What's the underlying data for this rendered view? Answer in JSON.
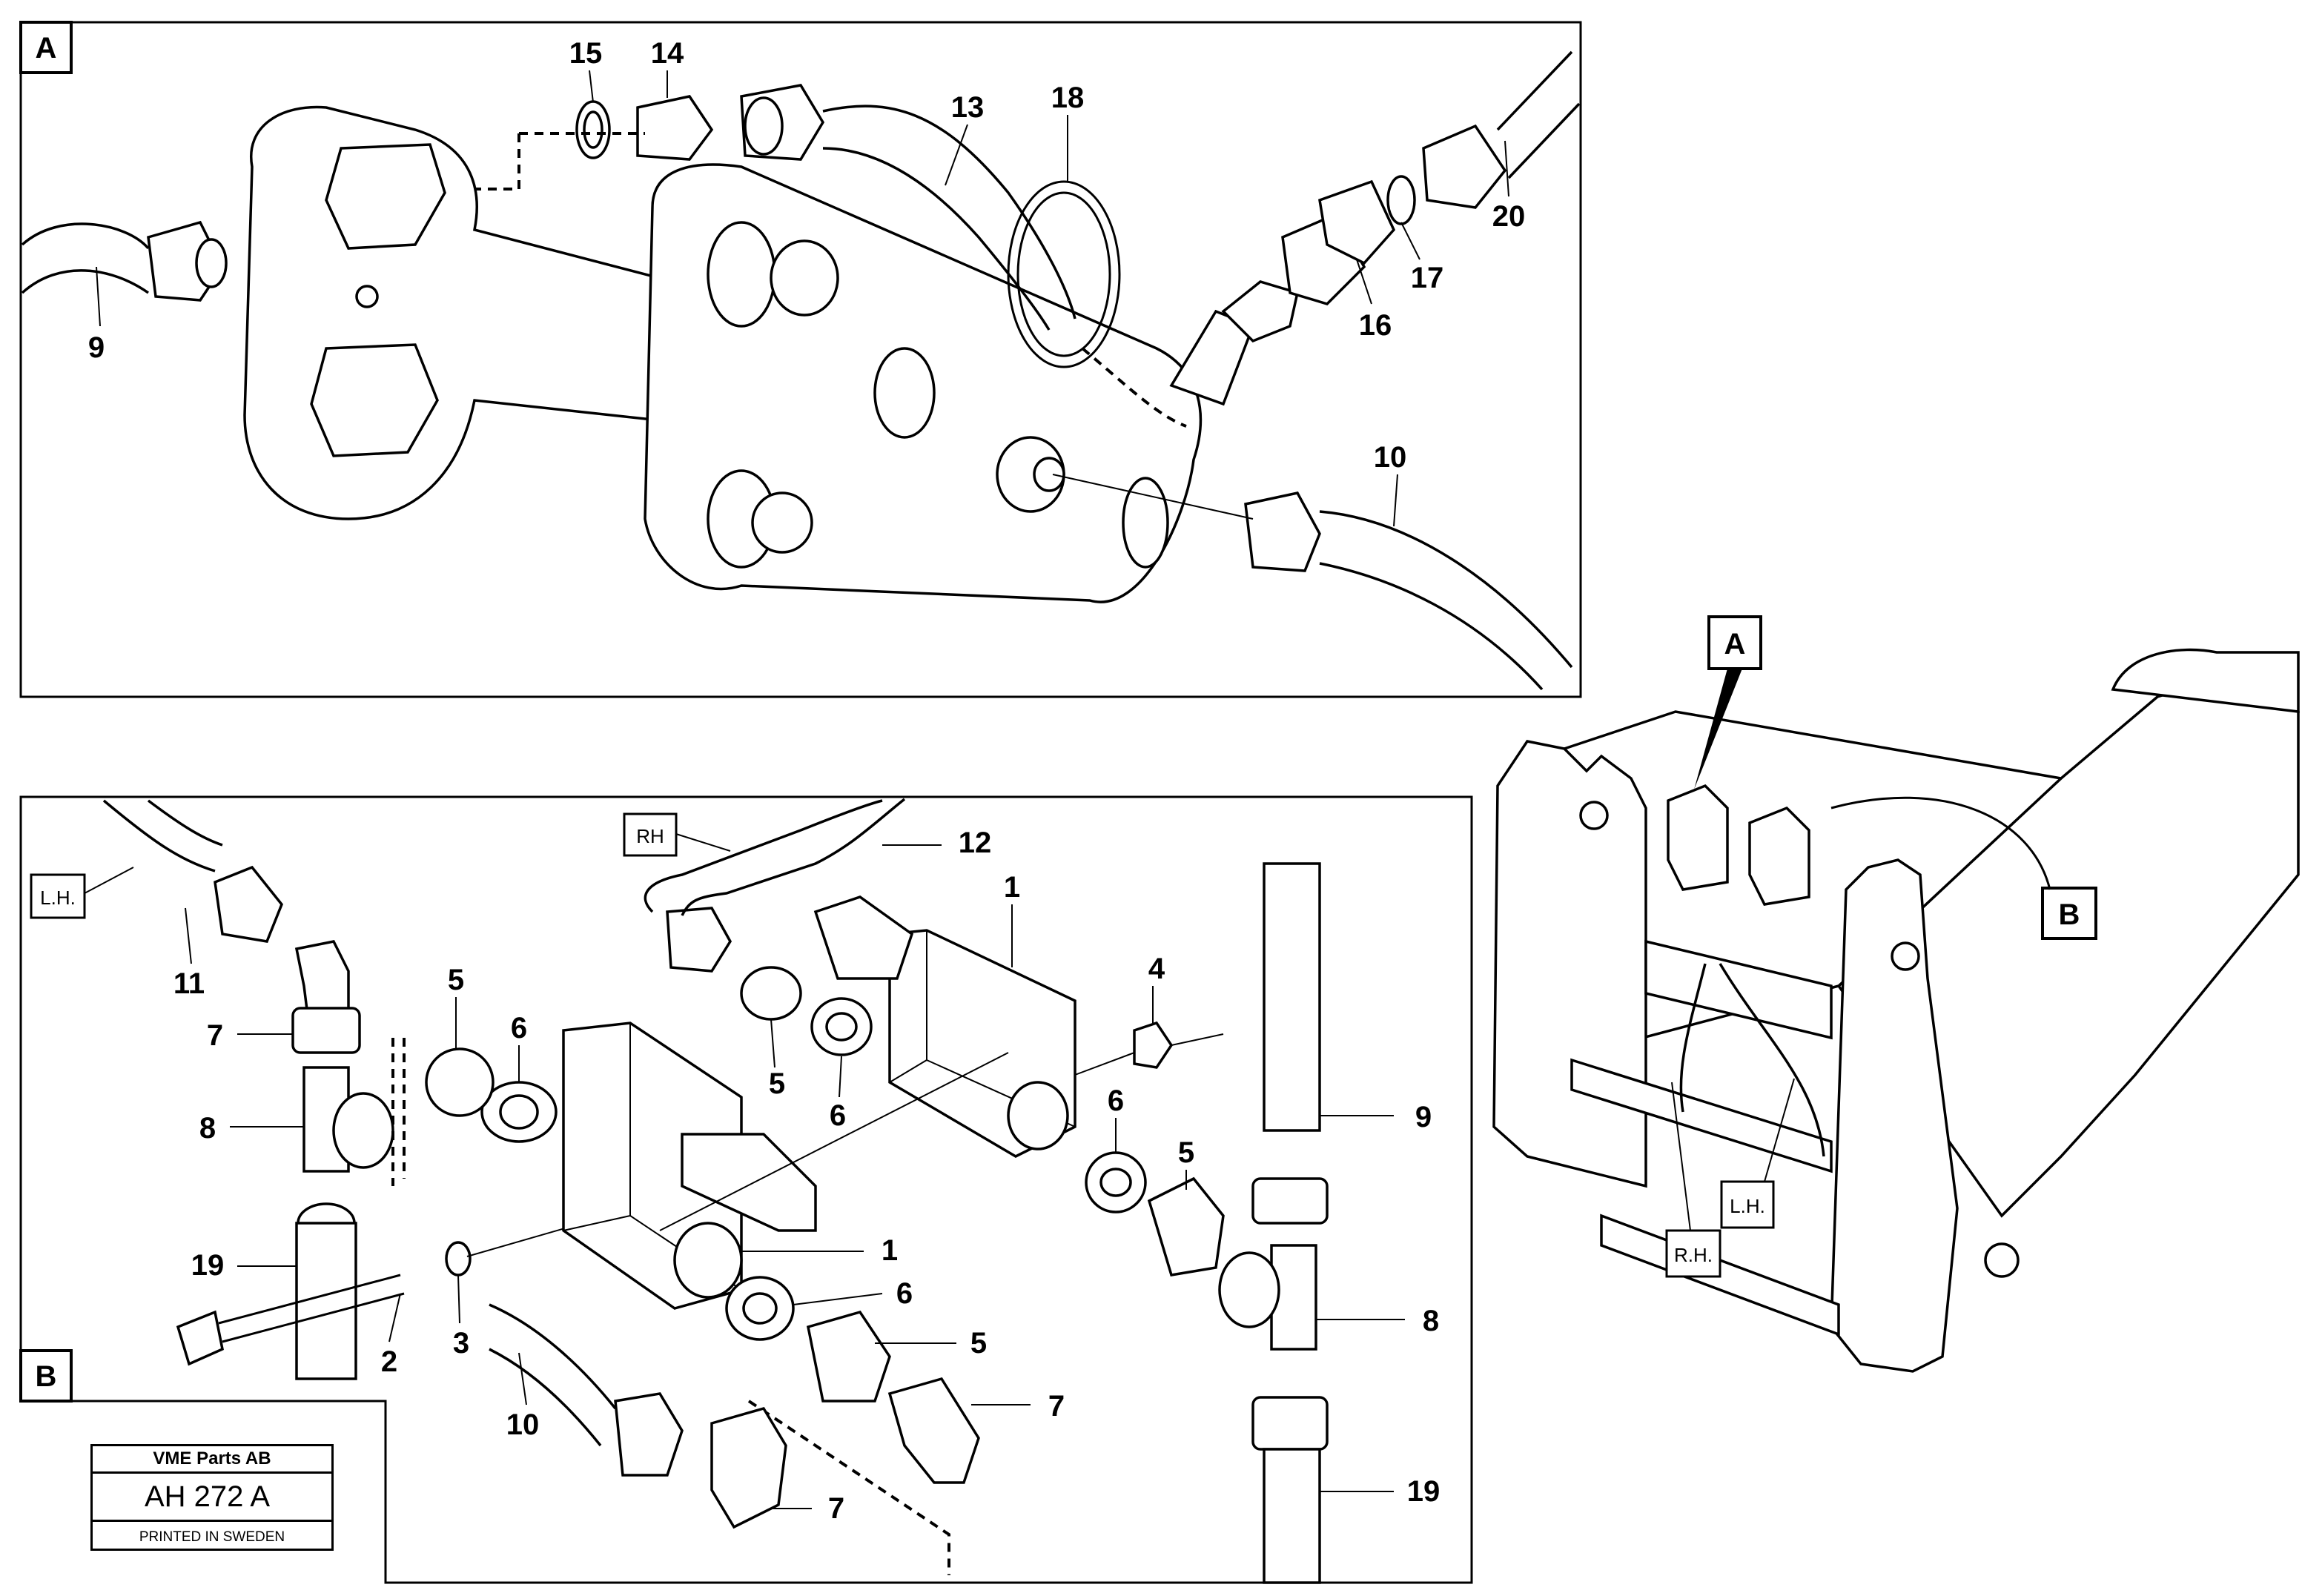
{
  "views": {
    "detail_a": {
      "label": "A"
    },
    "detail_b": {
      "label": "B"
    },
    "overview": {
      "pointer_a": "A",
      "pointer_b": "B",
      "rh": "R.H.",
      "lh": "L.H."
    }
  },
  "side_labels": {
    "lh_b": "L.H.",
    "rh_b": "RH"
  },
  "callouts_a": [
    "15",
    "14",
    "13",
    "18",
    "20",
    "17",
    "16",
    "9",
    "10"
  ],
  "callouts_b": [
    "12",
    "1",
    "11",
    "7",
    "5",
    "6",
    "4",
    "8",
    "9",
    "5",
    "6",
    "6",
    "5",
    "1",
    "19",
    "6",
    "8",
    "5",
    "2",
    "3",
    "10",
    "7",
    "7",
    "19"
  ],
  "stamp": {
    "company": "VME Parts AB",
    "code": "AH 272 A",
    "printed": "PRINTED IN SWEDEN"
  }
}
